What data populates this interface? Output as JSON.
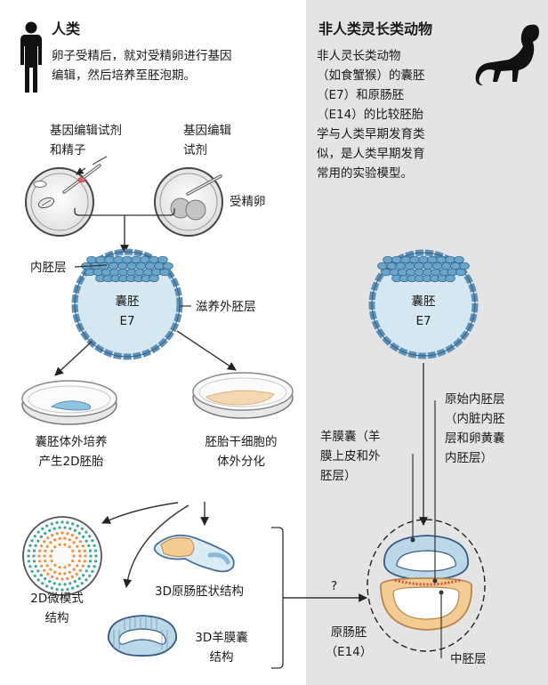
{
  "colors": {
    "panel_gray": "#e4e4e5",
    "blastocyst_fill": "#d5e7f1",
    "trophectoderm": "#5d90b7",
    "inner_cells": "#6aa6cc",
    "amnion_blue": "#bcd7e8",
    "yolk_orange": "#f2cc92",
    "mesoderm_red": "#c9543f",
    "teal_dots": "#3aa79a",
    "orange_dots": "#f0913a"
  },
  "left": {
    "title": "人类",
    "description": "卵子受精后，就对受精卵进行基因\n编辑，然后培养至胚泡期。",
    "reagent_sperm": "基因编辑试剂\n和精子",
    "reagent": "基因编辑\n试剂",
    "zygote": "受精卵",
    "endoderm": "内胚层",
    "blastocyst": "囊胚",
    "blastocyst_stage": "E7",
    "trophectoderm": "滋养外胚层",
    "culture_2d": "囊胚体外培养\n产生2D胚胎",
    "stem_cells": "胚胎干细胞的\n体外分化",
    "micropattern": "2D微模式\n结构",
    "gastruloid": "3D原肠胚状结构",
    "amnion_3d": "3D羊膜囊\n结构"
  },
  "right": {
    "title": "非人类灵长类动物",
    "description": "非人灵长类动物\n（如食蟹猴）的囊胚\n（E7）和原肠胚\n（E14）的比较胚胎\n学与人类早期发育类\n似，是人类早期发育\n常用的实验模型。",
    "blastocyst": "囊胚",
    "blastocyst_stage": "E7",
    "primitive_endoderm": "原始内胚层\n（内脏内胚\n层和卵黄囊\n内胚层）",
    "amnion": "羊膜囊（羊\n膜上皮和外\n胚层）",
    "gastrula": "原肠胚",
    "gastrula_stage": "（E14）",
    "mesoderm": "中胚层"
  },
  "comparison_mark": "?"
}
